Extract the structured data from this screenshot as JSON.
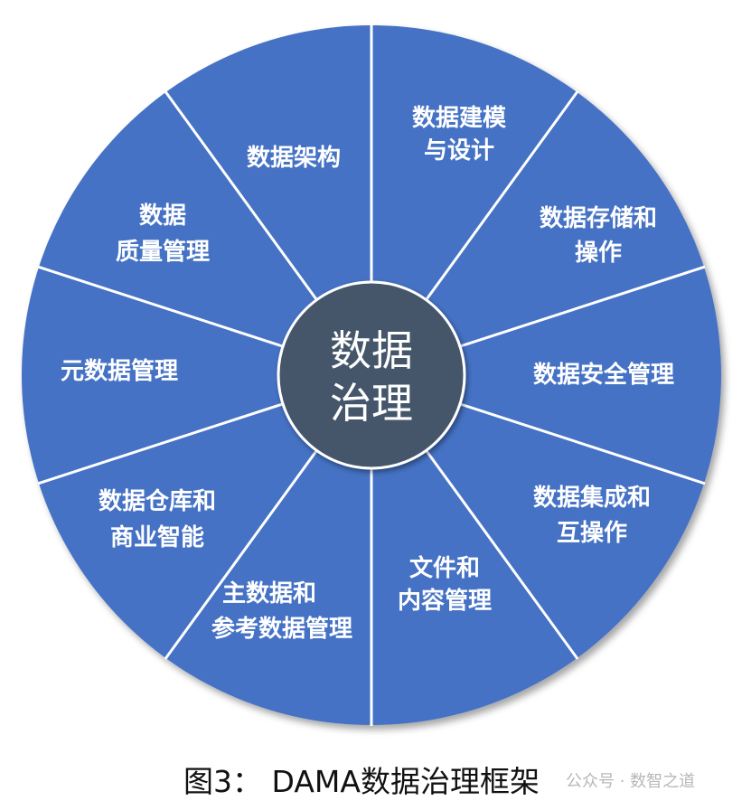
{
  "center_label": [
    "数据",
    "治理"
  ],
  "segments": [
    {
      "lines": [
        "数据建模",
        "与设计"
      ]
    },
    {
      "lines": [
        "数据存储和",
        "操作"
      ]
    },
    {
      "lines": [
        "数据安全管理"
      ]
    },
    {
      "lines": [
        "数据集成和",
        "互操作"
      ]
    },
    {
      "lines": [
        "文件和",
        "内容管理"
      ]
    },
    {
      "lines": [
        "主数据和",
        "参考数据管理"
      ]
    },
    {
      "lines": [
        "数据仓库和",
        "商业智能"
      ]
    },
    {
      "lines": [
        "元数据管理"
      ]
    },
    {
      "lines": [
        "数据",
        "质量管理"
      ]
    },
    {
      "lines": [
        "数据架构"
      ]
    }
  ],
  "caption": "图3： DAMA数据治理框架",
  "watermark": "公众号 · 数智之道",
  "colors": {
    "segment_fill": "#4472c4",
    "divider": "#ffffff",
    "hub_fill": "#44546a",
    "text": "#ffffff",
    "caption_text": "#111111",
    "watermark_text": "#b8b8b8"
  }
}
